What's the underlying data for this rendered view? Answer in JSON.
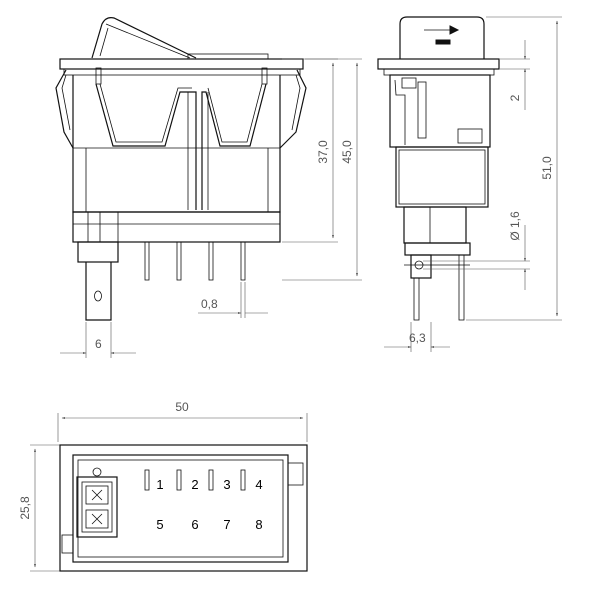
{
  "drawing": {
    "front_view": {
      "dimensions": {
        "height_inner": "37,0",
        "height_outer": "45,0",
        "pin_width": "0,8",
        "terminal_width": "6"
      }
    },
    "side_view": {
      "dimensions": {
        "top_offset": "2",
        "total_height": "51,0",
        "hole_diameter": "Ø 1,6",
        "terminal_width": "6,3"
      },
      "arrow_symbol": "arrow-right-icon"
    },
    "bottom_view": {
      "dimensions": {
        "width": "50",
        "height": "25,8"
      },
      "pin_labels": [
        "1",
        "2",
        "3",
        "4",
        "5",
        "6",
        "7",
        "8"
      ]
    }
  }
}
